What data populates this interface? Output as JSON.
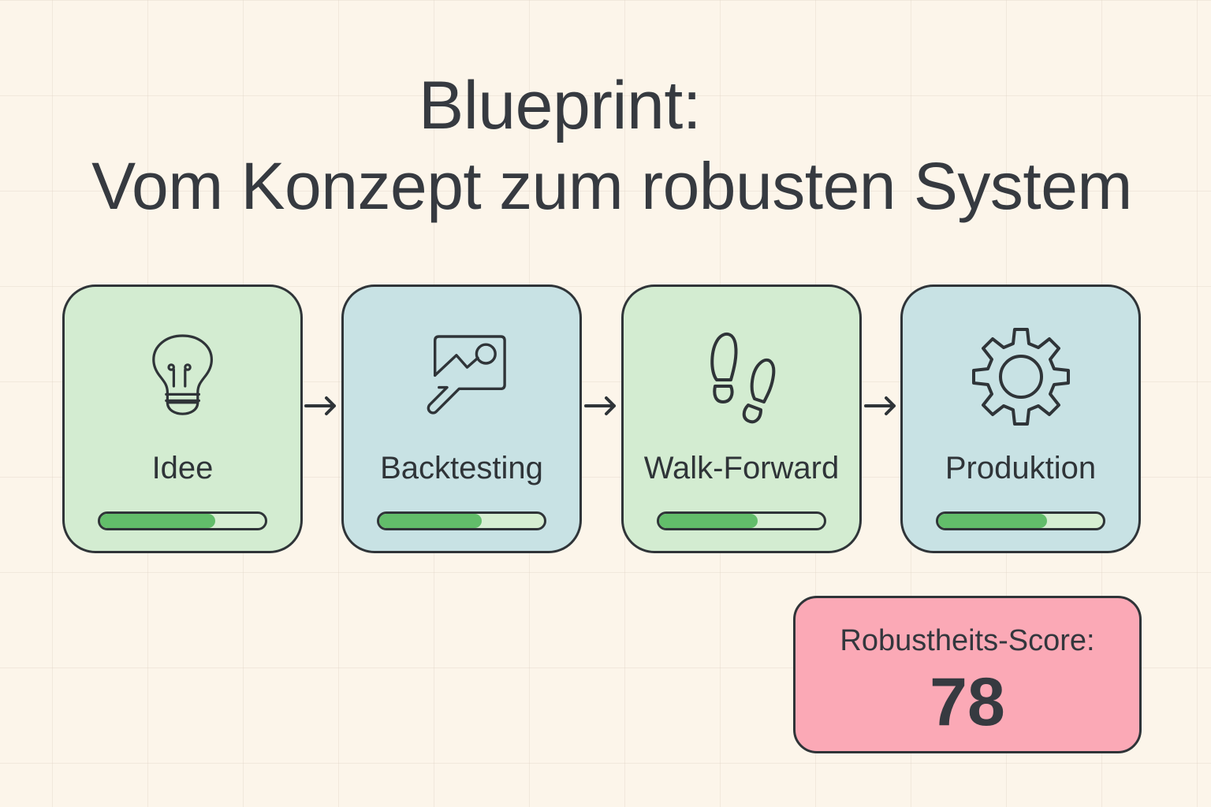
{
  "title": {
    "line1": "Blueprint:",
    "line2": "Vom Konzept zum robusten System"
  },
  "stages": [
    {
      "label": "Idee",
      "icon": "lightbulb-icon",
      "progress_pct": 70,
      "color": "#d3ecd1"
    },
    {
      "label": "Backtesting",
      "icon": "chart-magnifier-icon",
      "progress_pct": 62,
      "color": "#c8e2e4"
    },
    {
      "label": "Walk-Forward",
      "icon": "footprints-icon",
      "progress_pct": 60,
      "color": "#d3ecd1"
    },
    {
      "label": "Produktion",
      "icon": "gear-icon",
      "progress_pct": 66,
      "color": "#c8e2e4"
    }
  ],
  "score": {
    "label": "Robustheits-Score:",
    "value": "78",
    "color": "#fba9b6"
  },
  "colors": {
    "background": "#fcf5ea",
    "progress_fill": "#62bd6a",
    "progress_track": "#d6eed2",
    "outline": "#2f3438"
  }
}
